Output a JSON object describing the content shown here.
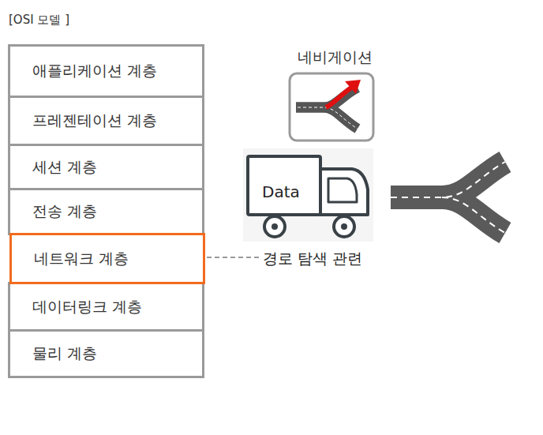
{
  "diagram": {
    "title": "[OSI 모델 ]",
    "nodes": [
      {
        "text": [
          "애플리케이션 계층"
        ]
      },
      {
        "text": [
          "프레젠테이션 계층"
        ]
      },
      {
        "text": [
          "세션 계층"
        ]
      },
      {
        "text": [
          "전송 계층"
        ]
      },
      {
        "text": [
          "네트워크 계층"
        ]
      },
      {
        "text": [
          "데이터링크 계층"
        ]
      },
      {
        "text": [
          "물리 계층"
        ]
      },
      {
        "text": [
          "네비게이션"
        ]
      }
    ],
    "labels": [
      "Data",
      "경로 탐색 관련"
    ]
  }
}
